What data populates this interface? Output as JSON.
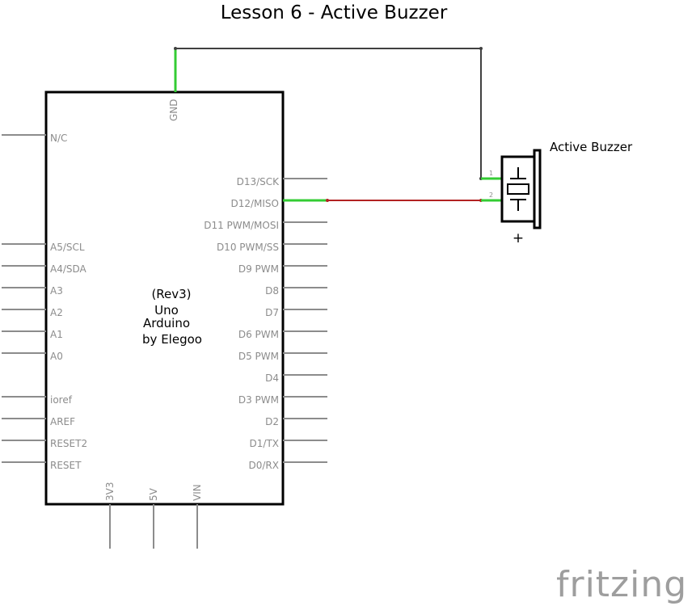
{
  "title": "Lesson 6 - Active Buzzer",
  "board": {
    "line1": "(Rev3)",
    "line2": "Uno",
    "line3": "Arduino",
    "line4": "by Elegoo",
    "top_pins": [
      "GND"
    ],
    "left_pins": [
      "N/C",
      "A5/SCL",
      "A4/SDA",
      "A3",
      "A2",
      "A1",
      "A0",
      "ioref",
      "AREF",
      "RESET2",
      "RESET"
    ],
    "right_pins": [
      "D13/SCK",
      "D12/MISO",
      "D11 PWM/MOSI",
      "D10 PWM/SS",
      "D9 PWM",
      "D8",
      "D7",
      "D6 PWM",
      "D5 PWM",
      "D4",
      "D3 PWM",
      "D2",
      "D1/TX",
      "D0/RX"
    ],
    "bottom_pins": [
      "3V3",
      "5V",
      "VIN"
    ]
  },
  "buzzer": {
    "label": "Active Buzzer",
    "pin1": "1",
    "pin2": "2",
    "polarity": "+"
  },
  "wires": [
    {
      "from": "GND",
      "to": "buzzer pin 1",
      "color": "#404040"
    },
    {
      "from": "D12/MISO",
      "to": "buzzer pin 2",
      "color": "#b22222"
    }
  ],
  "colors": {
    "connected_pin": "#33cc33",
    "wire_gnd": "#404040",
    "wire_signal": "#b22222",
    "pin": "#8c8c8c",
    "brand": "#9e9e9e"
  },
  "brand": "fritzing"
}
